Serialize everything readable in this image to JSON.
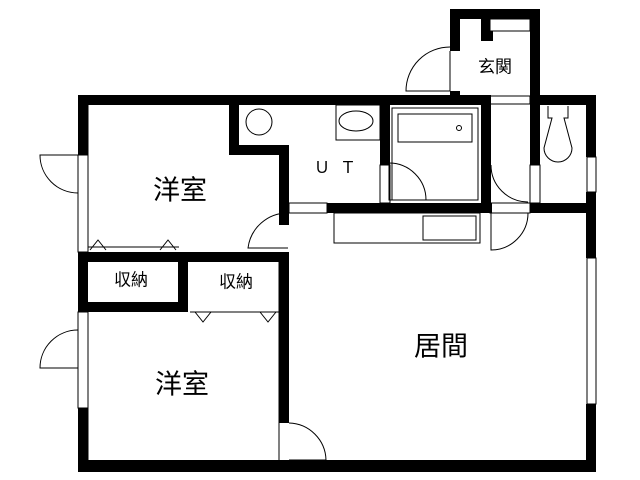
{
  "floorplan": {
    "rooms": {
      "western_room_1": "洋室",
      "western_room_2": "洋室",
      "storage_1": "収納",
      "storage_2": "収納",
      "utility": "ＵＴ",
      "entrance": "玄関",
      "living": "居間"
    },
    "colors": {
      "wall": "#000000",
      "background": "#ffffff"
    }
  }
}
